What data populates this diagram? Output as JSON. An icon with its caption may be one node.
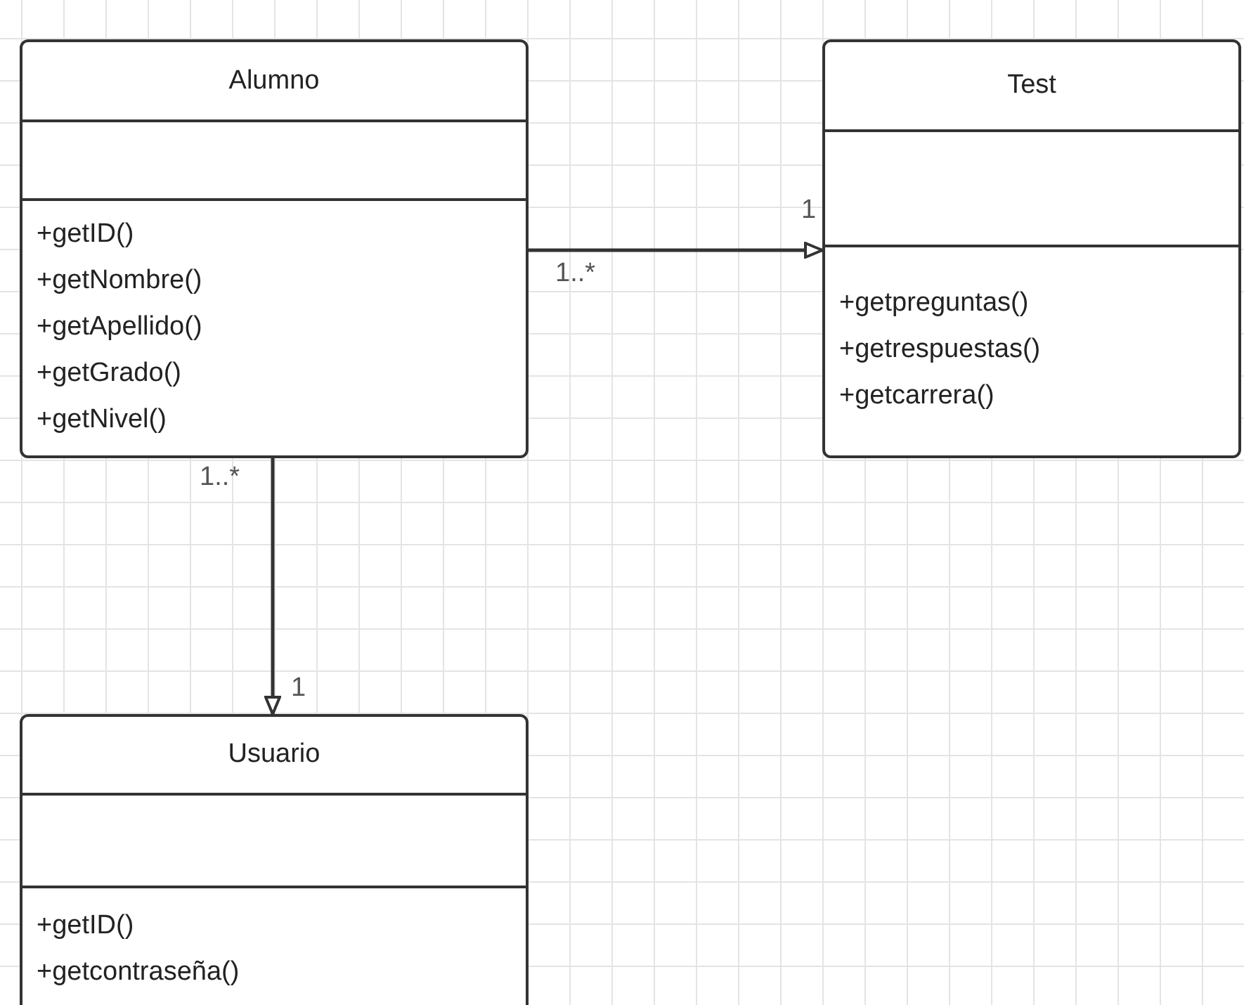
{
  "diagram": {
    "nodes": [
      {
        "text": [
          "Alumno",
          "+getID()",
          "+getNombre()",
          "+getApellido()",
          "+getGrado()",
          "+getNivel()"
        ]
      },
      {
        "text": [
          "Test",
          "+getpreguntas()",
          "+getrespuestas()",
          "+getcarrera()"
        ]
      },
      {
        "text": [
          "Usuario",
          "+getID()",
          "+getcontraseña()"
        ]
      }
    ],
    "edges": [
      {
        "from": 0,
        "to": 1,
        "arrow": "to"
      },
      {
        "from": 0,
        "to": 2,
        "arrow": "to"
      }
    ],
    "labels": [
      "1",
      "1..*",
      "1..*",
      "1"
    ]
  }
}
